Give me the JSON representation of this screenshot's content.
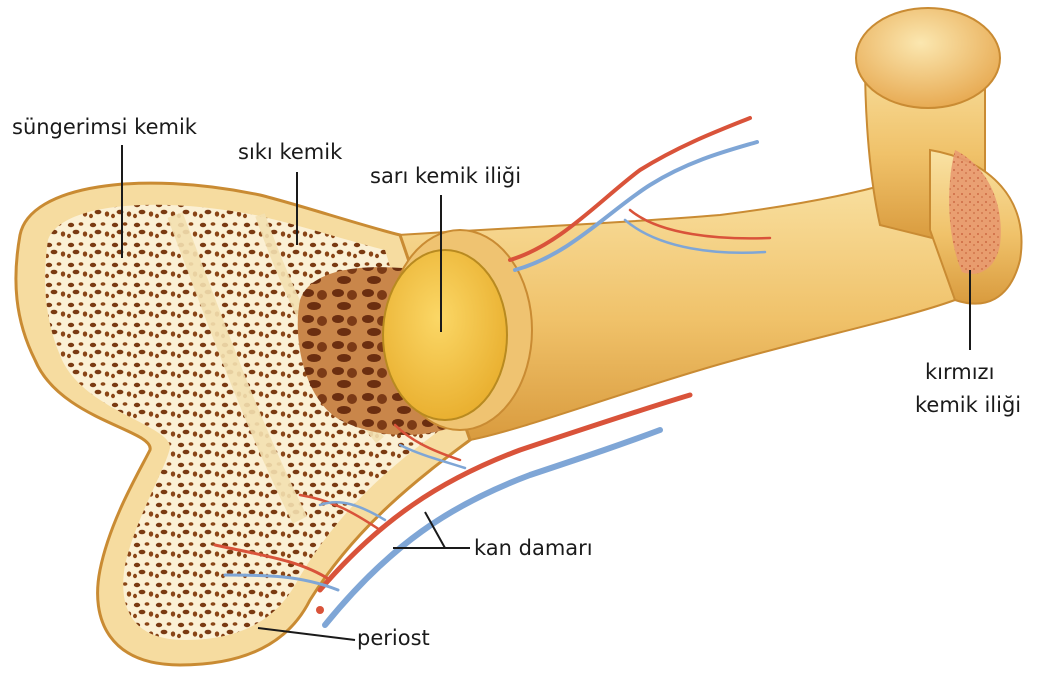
{
  "labels": {
    "spongy_bone": "süngerimsi kemik",
    "compact_bone": "sıkı kemik",
    "yellow_marrow": "sarı kemik iliği",
    "red_marrow_line1": "kırmızı",
    "red_marrow_line2": "kemik iliği",
    "blood_vessel": "kan damarı",
    "periosteum": "periost"
  },
  "colors": {
    "bone_outer": "#f0c56a",
    "bone_light": "#f8e3a8",
    "bone_shadow": "#d89a3a",
    "spongy_fill": "#fbf0d4",
    "spongy_hole": "#7a3a12",
    "yellow_marrow": "#f3c23a",
    "red_marrow": "#e08a60",
    "artery": "#d9533a",
    "vein": "#7fa6d6"
  }
}
